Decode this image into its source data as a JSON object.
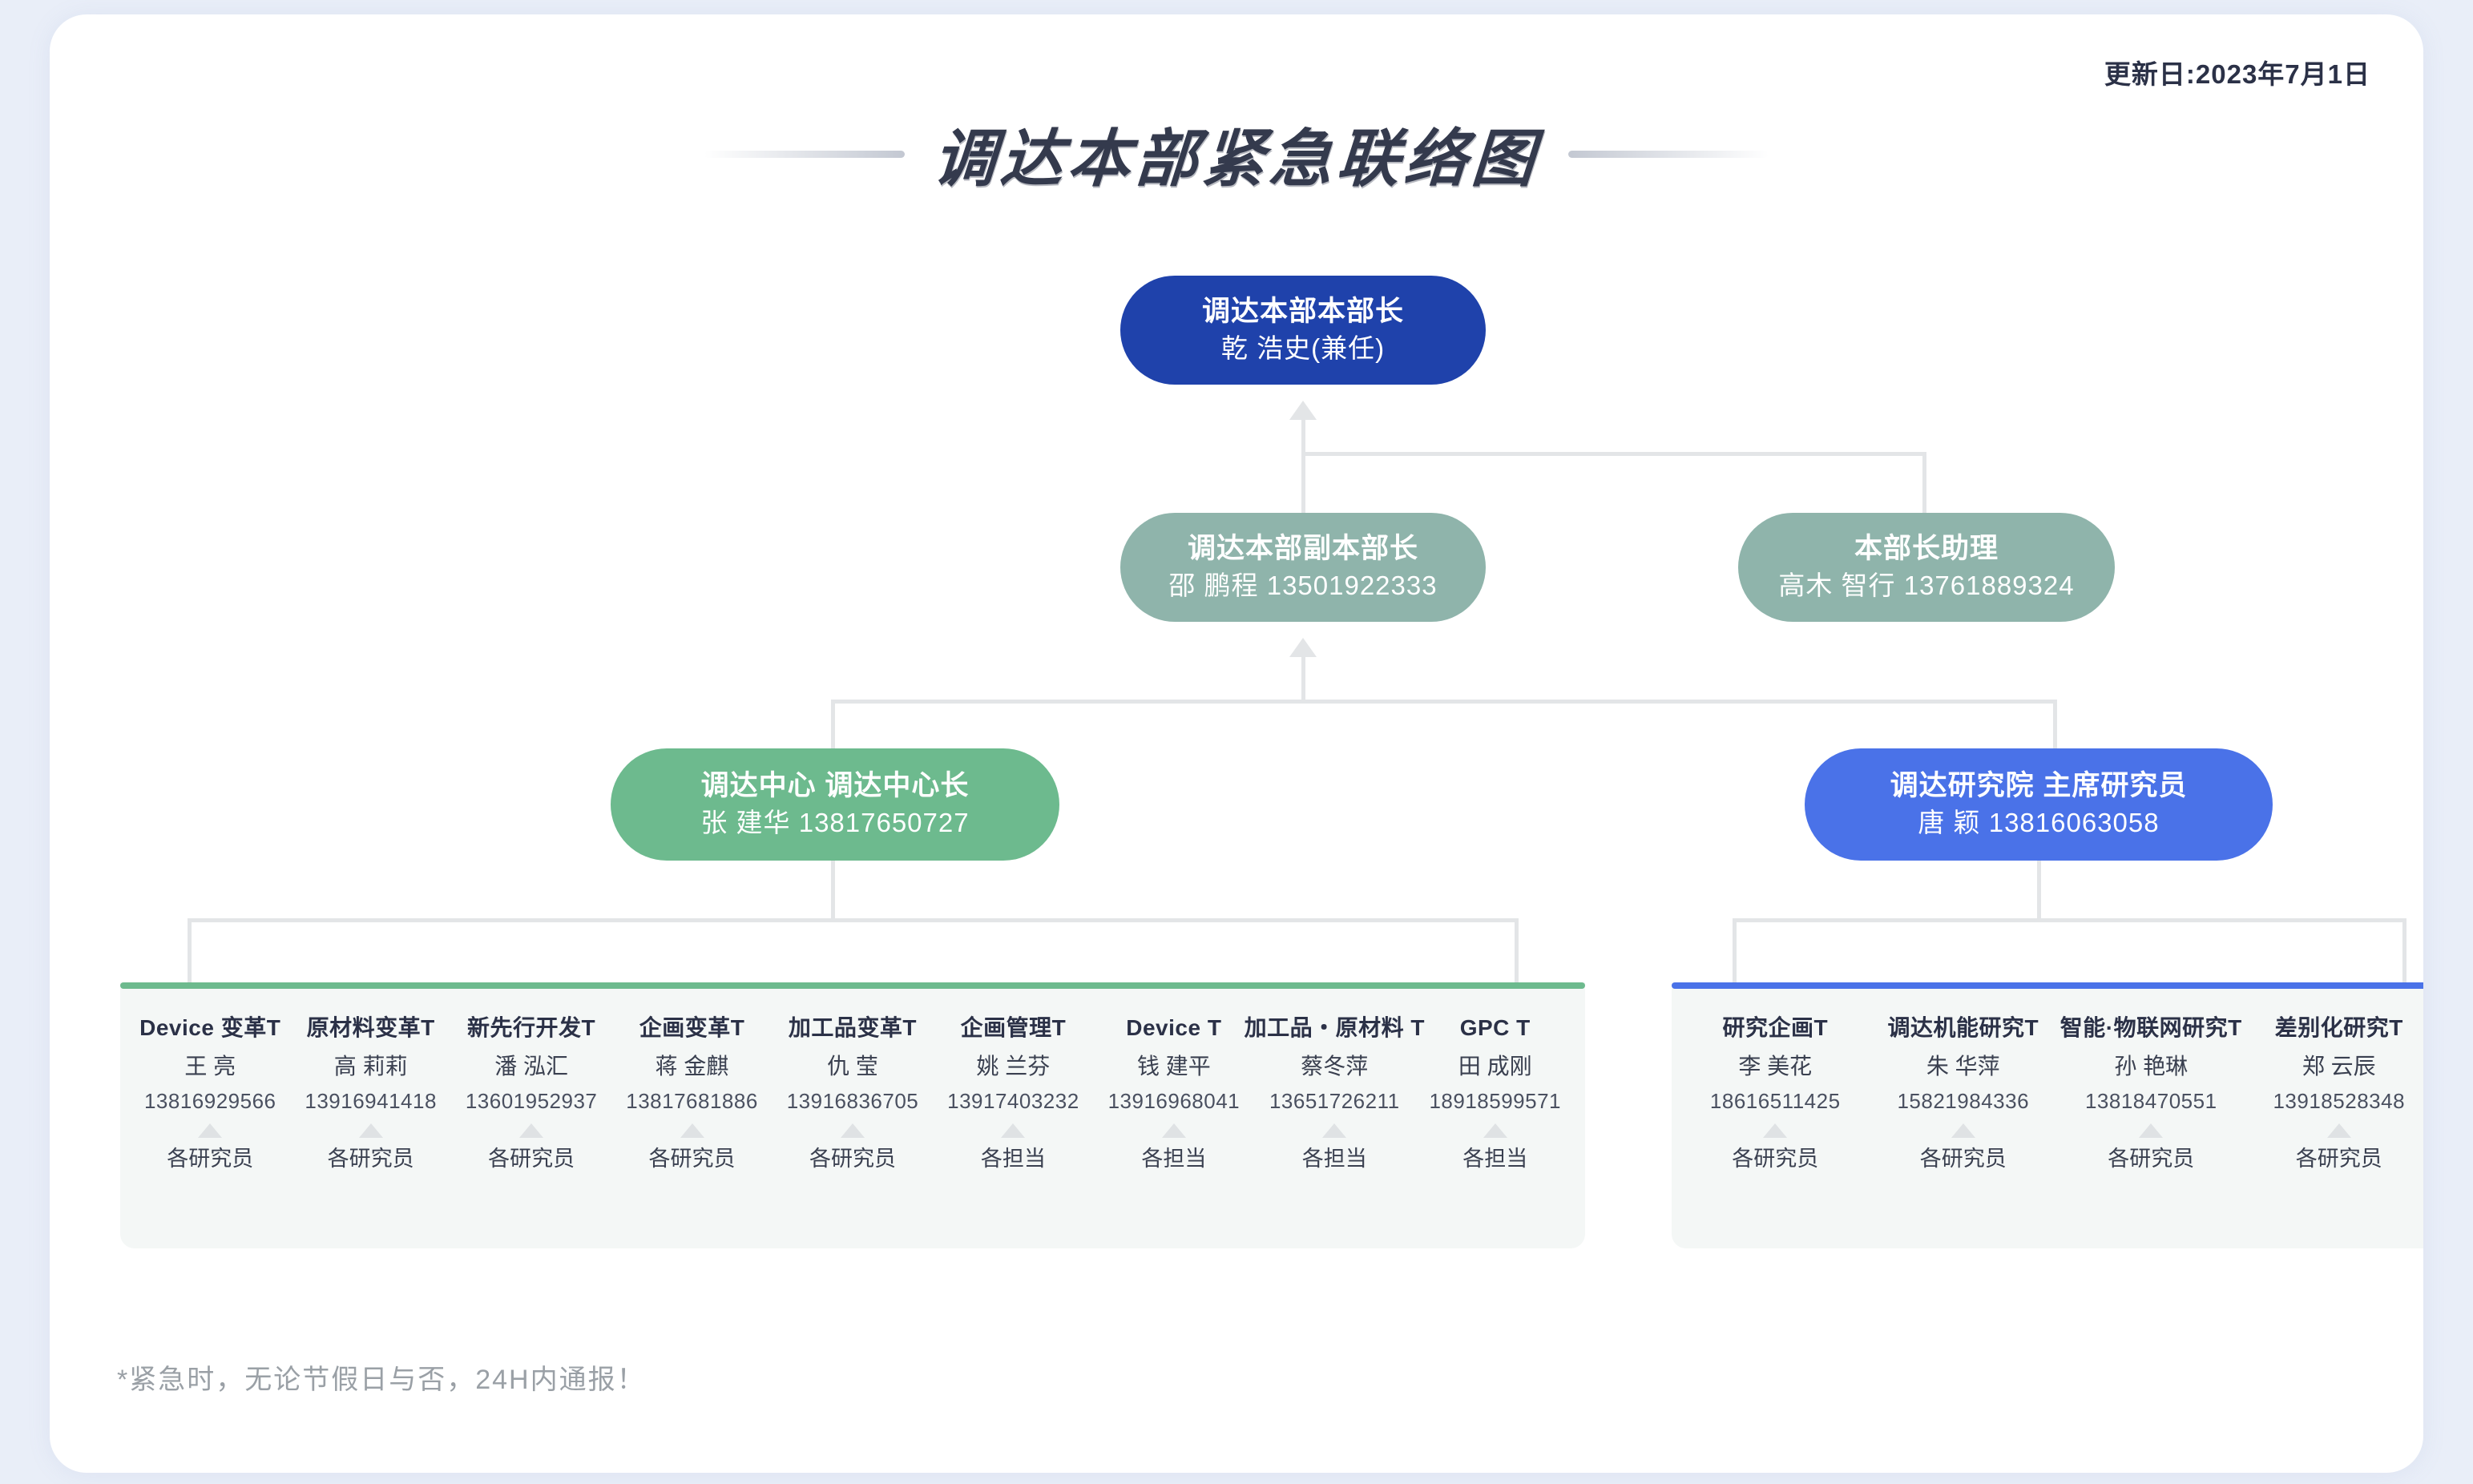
{
  "header": {
    "update_date": "更新日:2023年7月1日",
    "title": "调达本部紧急联络图"
  },
  "colors": {
    "chief": "#1f42ab",
    "vice": "#8fb4ab",
    "assistant": "#8fb4ab",
    "center": "#6dba8e",
    "institute": "#4a72e8",
    "panel_bg": "#f4f7f6",
    "connector": "#e3e5e7",
    "page_bg": "#e9eef8"
  },
  "nodes": {
    "chief": {
      "title": "调达本部本部长",
      "person": "乾 浩史(兼任)"
    },
    "vice": {
      "title": "调达本部副本部长",
      "person": "邵 鹏程 13501922333"
    },
    "assistant": {
      "title": "本部长助理",
      "person": "高木 智行 13761889324"
    },
    "center": {
      "title": "调达中心 调达中心长",
      "person": "张 建华 13817650727"
    },
    "institute": {
      "title": "调达研究院 主席研究员",
      "person": "唐 颖 13816063058"
    }
  },
  "panels": {
    "center": {
      "accent": "#6dba8e",
      "teams": [
        {
          "title": "Device 变革T",
          "name": "王 亮",
          "phone": "13816929566",
          "role": "各研究员"
        },
        {
          "title": "原材料变革T",
          "name": "高 莉莉",
          "phone": "13916941418",
          "role": "各研究员"
        },
        {
          "title": "新先行开发T",
          "name": "潘 泓汇",
          "phone": "13601952937",
          "role": "各研究员"
        },
        {
          "title": "企画变革T",
          "name": "蒋 金麒",
          "phone": "13817681886",
          "role": "各研究员"
        },
        {
          "title": "加工品变革T",
          "name": "仇 莹",
          "phone": "13916836705",
          "role": "各研究员"
        },
        {
          "title": "企画管理T",
          "name": "姚 兰芬",
          "phone": "13917403232",
          "role": "各担当"
        },
        {
          "title": "Device T",
          "name": "钱 建平",
          "phone": "13916968041",
          "role": "各担当"
        },
        {
          "title": "加工品・原材料 T",
          "name": "蔡冬萍",
          "phone": "13651726211",
          "role": "各担当"
        },
        {
          "title": "GPC T",
          "name": "田 成刚",
          "phone": "18918599571",
          "role": "各担当"
        }
      ]
    },
    "institute": {
      "accent": "#4a72e8",
      "teams": [
        {
          "title": "研究企画T",
          "name": "李 美花",
          "phone": "18616511425",
          "role": "各研究员"
        },
        {
          "title": "调达机能研究T",
          "name": "朱 华萍",
          "phone": "15821984336",
          "role": "各研究员"
        },
        {
          "title": "智能·物联网研究T",
          "name": "孙 艳琳",
          "phone": "13818470551",
          "role": "各研究员"
        },
        {
          "title": "差别化研究T",
          "name": "郑 云辰",
          "phone": "13918528348",
          "role": "各研究员"
        }
      ]
    }
  },
  "footer": {
    "note": "*紧急时，无论节假日与否，24H内通报！"
  }
}
